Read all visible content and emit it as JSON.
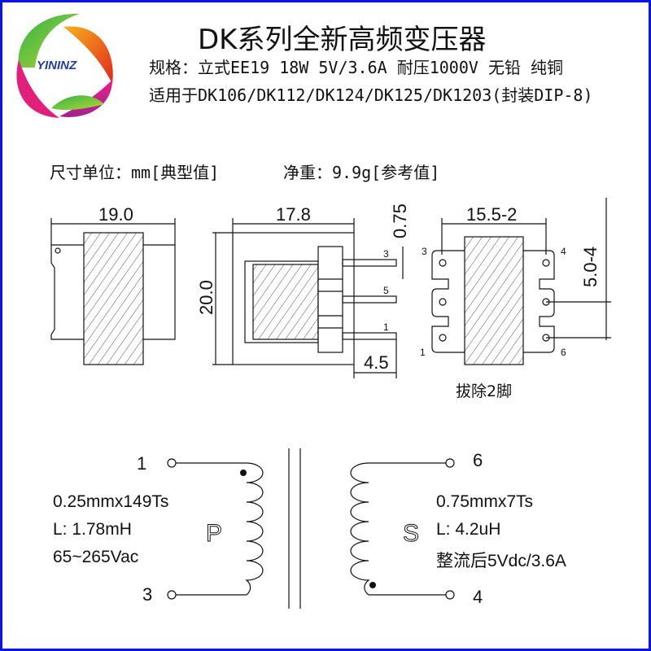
{
  "logo": {
    "text": "YININZ"
  },
  "header": {
    "title": "DK系列全新高频变压器",
    "spec": "规格：立式EE19 18W 5V/3.6A 耐压1000V 无铅 纯铜",
    "models": "适用于DK106/DK112/DK124/DK125/DK1203(封装DIP-8)"
  },
  "info": {
    "units": "尺寸单位：mm[典型值]",
    "weight": "净重：9.9g[参考值]"
  },
  "drawing": {
    "side_width": "19.0",
    "front_width": "17.8",
    "front_height": "20.0",
    "pin_length": "4.5",
    "pin_dia": "0.75",
    "bottom_pitch_x": "15.5-2",
    "bottom_pitch_y": "5.0-4",
    "front_pins": [
      "3",
      "5",
      "1"
    ],
    "bottom_pins": [
      "3",
      "4",
      "1",
      "6"
    ],
    "note": "拔除2脚"
  },
  "schematic": {
    "primary": {
      "pin_top": "1",
      "pin_bottom": "3",
      "label": "P",
      "wire": "0.25mmx149Ts",
      "inductance": "L: 1.78mH",
      "voltage": "65~265Vac"
    },
    "secondary": {
      "pin_top": "6",
      "pin_bottom": "4",
      "label": "S",
      "wire": "0.75mmx7Ts",
      "inductance": "L: 4.2uH",
      "output": "整流后5Vdc/3.6A"
    }
  }
}
